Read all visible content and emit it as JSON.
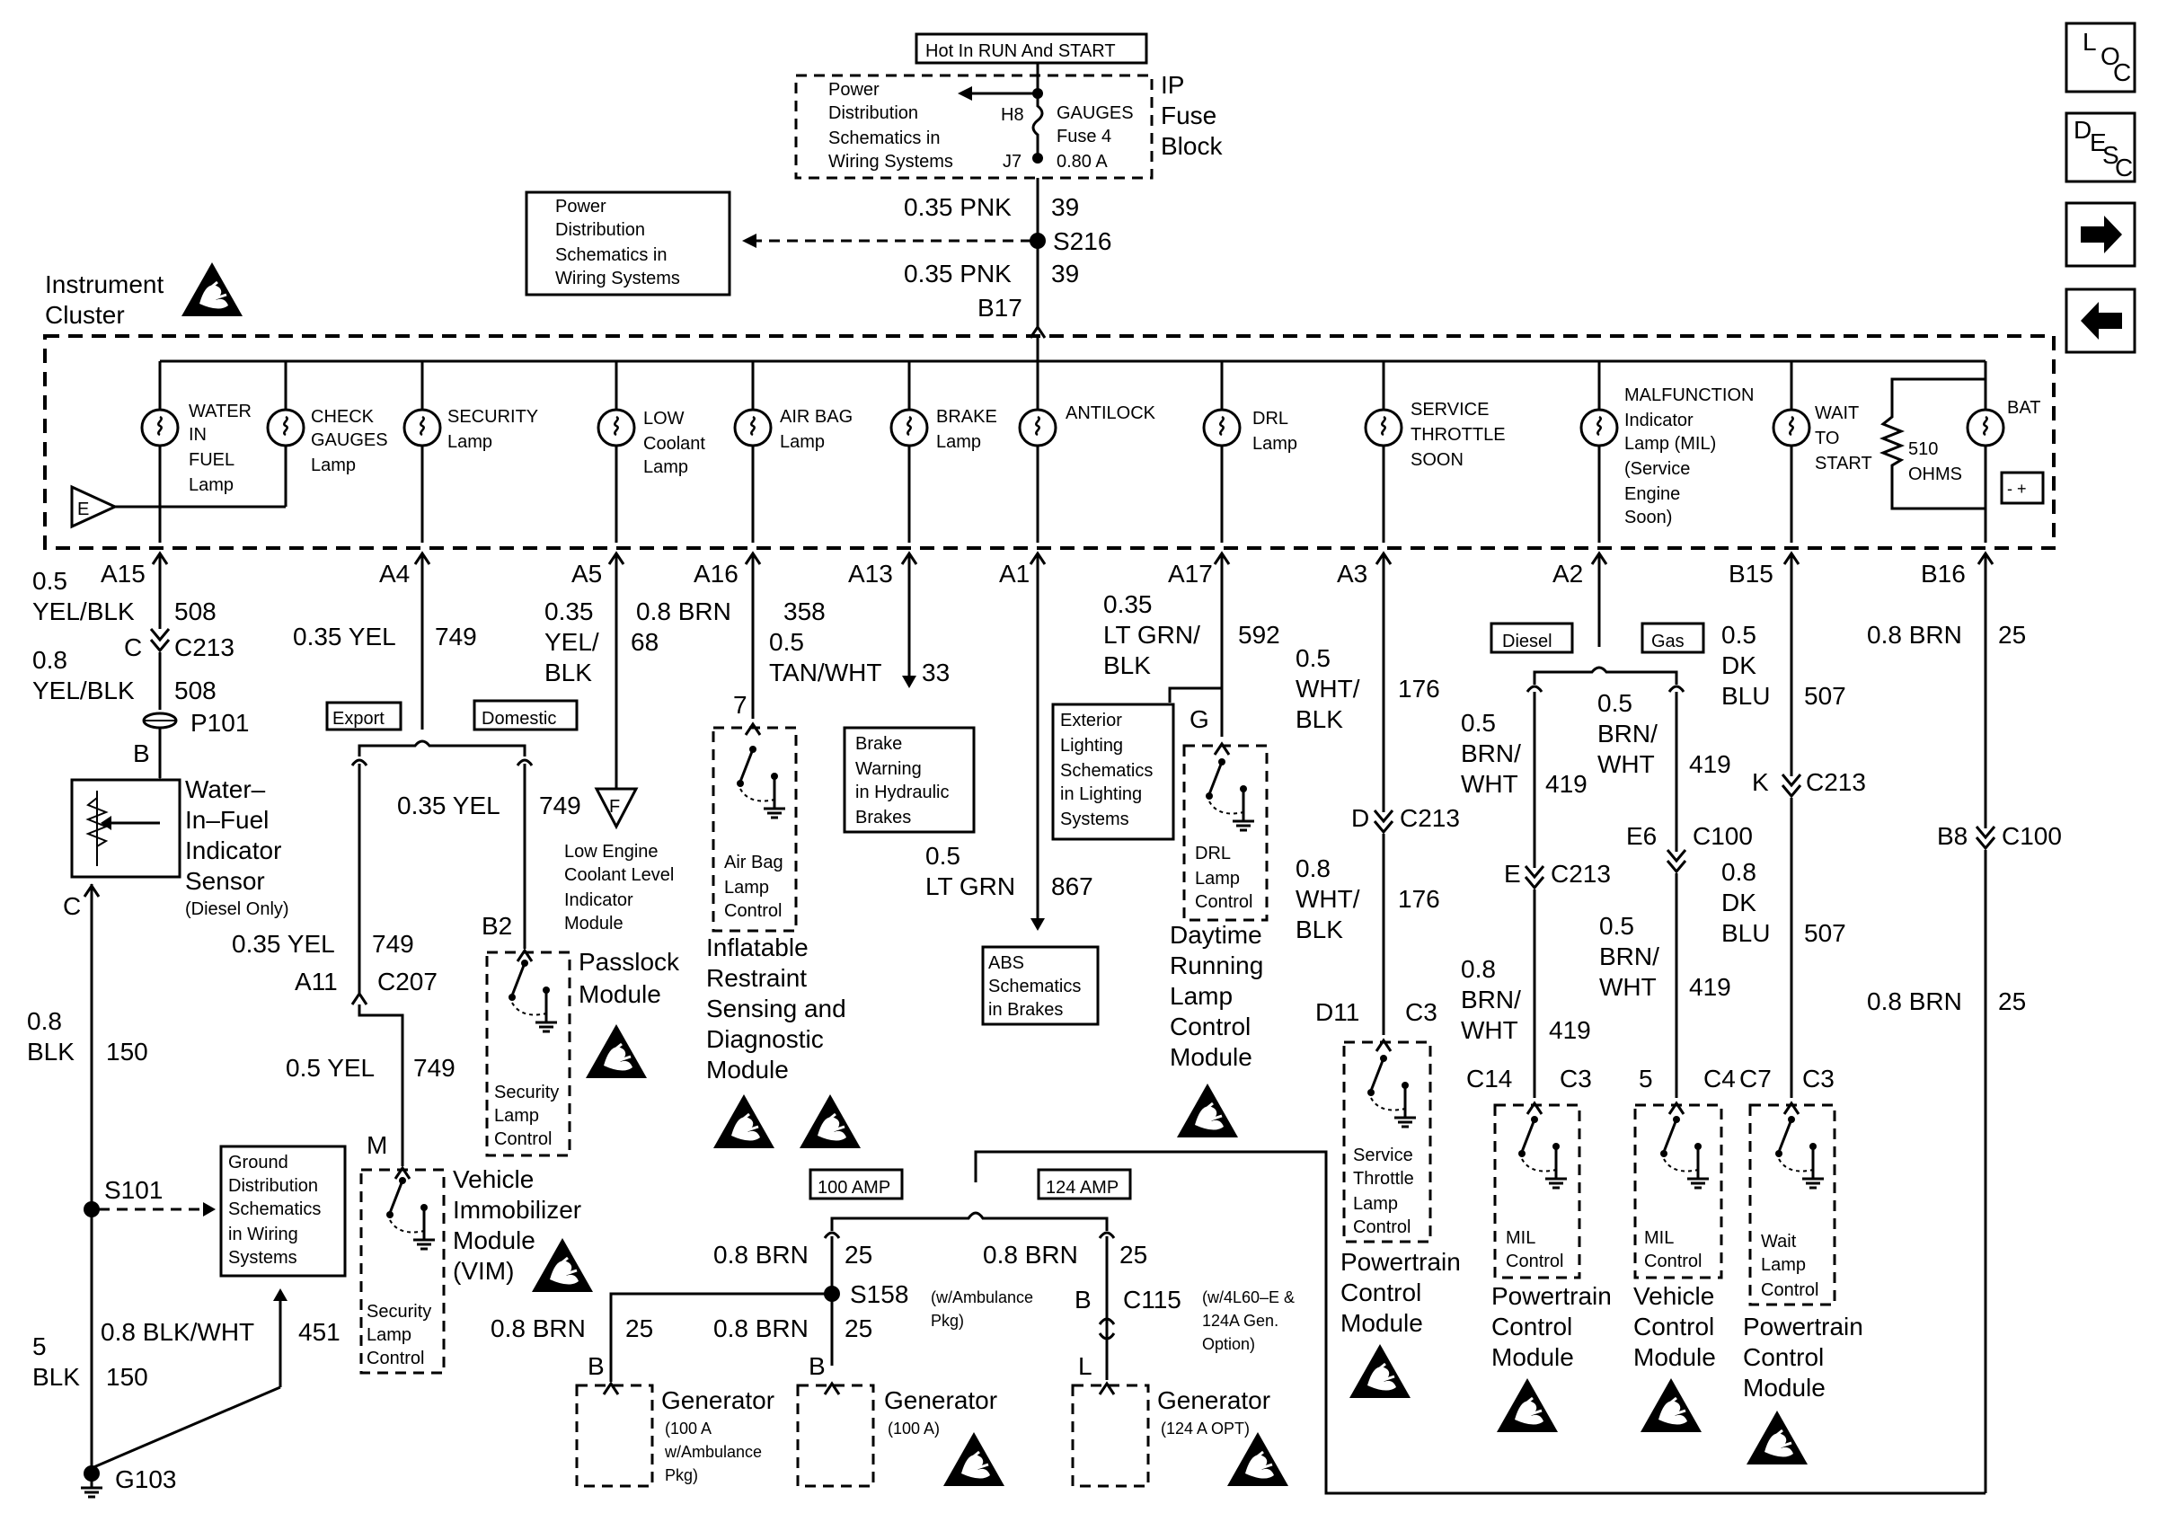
{
  "header": {
    "hot_label": "Hot In RUN And START",
    "fuse_block": [
      "IP",
      "Fuse",
      "Block"
    ],
    "power_dist_1": [
      "Power",
      "Distribution",
      "Schematics in",
      "Wiring Systems"
    ],
    "pin_h8": "H8",
    "pin_j7": "J7",
    "fuse_name": [
      "GAUGES",
      "Fuse 4",
      "0.80 A"
    ],
    "wire_top_1": "0.35 PNK",
    "wire_top_1_num": "39",
    "splice_s216": "S216",
    "wire_top_2": "0.35 PNK",
    "wire_top_2_num": "39",
    "pin_b17": "B17",
    "power_dist_2": [
      "Power",
      "Distribution",
      "Schematics in",
      "Wiring Systems"
    ]
  },
  "nav": {
    "loc": [
      "L",
      "O",
      "C"
    ],
    "desc": [
      "D",
      "E",
      "S",
      "C"
    ],
    "next_icon": "right-arrow",
    "prev_icon": "left-arrow"
  },
  "cluster": {
    "title": [
      "Instrument",
      "Cluster"
    ],
    "e_label": "E",
    "lamps": [
      {
        "label": [
          "WATER",
          "IN",
          "FUEL",
          "Lamp"
        ]
      },
      {
        "label": [
          "CHECK",
          "GAUGES",
          "Lamp"
        ]
      },
      {
        "label": [
          "SECURITY",
          "Lamp"
        ]
      },
      {
        "label": [
          "LOW",
          "Coolant",
          "Lamp"
        ]
      },
      {
        "label": [
          "AIR BAG",
          "Lamp"
        ]
      },
      {
        "label": [
          "BRAKE",
          "Lamp"
        ]
      },
      {
        "label": [
          "ANTILOCK"
        ]
      },
      {
        "label": [
          "DRL",
          "Lamp"
        ]
      },
      {
        "label": [
          "SERVICE",
          "THROTTLE",
          "SOON"
        ]
      },
      {
        "label": [
          "MALFUNCTION",
          "Indicator",
          "Lamp (MIL)",
          "(Service",
          "Engine",
          "Soon)"
        ]
      },
      {
        "label": [
          "WAIT",
          "TO",
          "START"
        ]
      },
      {
        "label": [
          "BAT"
        ]
      }
    ],
    "resistor": [
      "510",
      "OHMS"
    ]
  },
  "pins": {
    "a15": "A15",
    "a4": "A4",
    "a5": "A5",
    "a16": "A16",
    "a13": "A13",
    "a1": "A1",
    "a17": "A17",
    "a3": "A3",
    "a2": "A2",
    "b15": "B15",
    "b16": "B16"
  },
  "wif": {
    "wire1": [
      "0.5",
      "YEL/BLK"
    ],
    "num1": "508",
    "conn_c": "C",
    "c213": "C213",
    "wire2": [
      "0.8",
      "YEL/BLK"
    ],
    "num2": "508",
    "p101": "P101",
    "pin_b": "B",
    "sensor": [
      "Water–",
      "In–Fuel",
      "Indicator",
      "Sensor"
    ],
    "sensor_note": "(Diesel Only)",
    "pin_c": "C",
    "gnd_wire": [
      "0.8",
      "BLK"
    ],
    "gnd_num": "150",
    "s101": "S101",
    "gnd_dist": [
      "Ground",
      "Distribution",
      "Schematics",
      "in Wiring",
      "Systems"
    ],
    "blkwht": "0.8 BLK/WHT",
    "blkwht_num": "451",
    "gnd_wire2": [
      "5",
      "BLK"
    ],
    "gnd_num2": "150",
    "g103": "G103"
  },
  "security": {
    "wire": "0.35 YEL",
    "num": "749",
    "export": "Export",
    "domestic": "Domestic",
    "wire_dom": "0.35 YEL",
    "num_dom": "749",
    "pin_b2": "B2",
    "lamp_ctrl": [
      "Security",
      "Lamp",
      "Control"
    ],
    "passlock": [
      "Passlock",
      "Module"
    ],
    "wire_exp": "0.35 YEL",
    "num_exp": "749",
    "a11": "A11",
    "c207": "C207",
    "wire_vim": "0.5 YEL",
    "num_vim": "749",
    "pin_m": "M",
    "vim_ctrl": [
      "Security",
      "Lamp",
      "Control"
    ],
    "vim": [
      "Vehicle",
      "Immobilizer",
      "Module",
      "(VIM)"
    ]
  },
  "coolant": {
    "wire": [
      "0.35",
      "YEL/",
      "BLK"
    ],
    "num": "68",
    "f_label": "F",
    "module": [
      "Low Engine",
      "Coolant Level",
      "Indicator",
      "Module"
    ]
  },
  "airbag": {
    "wire": "0.8 BRN",
    "num": "358",
    "wire2": [
      "0.5",
      "TAN/WHT"
    ],
    "num2": "33",
    "pin7": "7",
    "ctrl": [
      "Air Bag",
      "Lamp",
      "Control"
    ],
    "module": [
      "Inflatable",
      "Restraint",
      "Sensing and",
      "Diagnostic",
      "Module"
    ]
  },
  "brake": {
    "box": [
      "Brake",
      "Warning",
      "in Hydraulic",
      "Brakes"
    ]
  },
  "abs": {
    "wire": [
      "0.5",
      "LT GRN"
    ],
    "num": "867",
    "box": [
      "ABS",
      "Schematics",
      "in Brakes"
    ]
  },
  "drl": {
    "wire": [
      "0.35",
      "LT GRN/",
      "BLK"
    ],
    "num": "592",
    "ext": [
      "Exterior",
      "Lighting",
      "Schematics",
      "in Lighting",
      "Systems"
    ],
    "pin_g": "G",
    "ctrl": [
      "DRL",
      "Lamp",
      "Control"
    ],
    "module": [
      "Daytime",
      "Running",
      "Lamp",
      "Control",
      "Module"
    ]
  },
  "throttle": {
    "wire": [
      "0.5",
      "WHT/",
      "BLK"
    ],
    "num": "176",
    "d": "D",
    "c213": "C213",
    "wire2": [
      "0.8",
      "WHT/",
      "BLK"
    ],
    "num2": "176",
    "d11": "D11",
    "c3": "C3",
    "ctrl": [
      "Service",
      "Throttle",
      "Lamp",
      "Control"
    ],
    "module": [
      "Powertrain",
      "Control",
      "Module"
    ]
  },
  "mil": {
    "diesel": "Diesel",
    "gas": "Gas",
    "wire_d": [
      "0.5",
      "BRN/",
      "WHT"
    ],
    "num_d": "419",
    "wire_g": [
      "0.5",
      "BRN/",
      "WHT"
    ],
    "num_g": "419",
    "e": "E",
    "c213": "C213",
    "e6": "E6",
    "c100": "C100",
    "wire_d2": [
      "0.8",
      "BRN/",
      "WHT"
    ],
    "num_d2": "419",
    "wire_g2": [
      "0.5",
      "BRN/",
      "WHT"
    ],
    "num_g2": "419",
    "c14": "C14",
    "c3": "C3",
    "p5": "5",
    "c4": "C4",
    "ctrl_d": [
      "MIL",
      "Control"
    ],
    "ctrl_g": [
      "MIL",
      "Control"
    ],
    "module_d": [
      "Powertrain",
      "Control",
      "Module"
    ],
    "module_g": [
      "Vehicle",
      "Control",
      "Module"
    ]
  },
  "wait": {
    "wire": [
      "0.5",
      "DK",
      "BLU"
    ],
    "num": "507",
    "k": "K",
    "c213": "C213",
    "wire2": [
      "0.8",
      "DK",
      "BLU"
    ],
    "num2": "507",
    "c7": "C7",
    "c3": "C3",
    "ctrl": [
      "Wait",
      "Lamp",
      "Control"
    ],
    "module": [
      "Powertrain",
      "Control",
      "Module"
    ]
  },
  "battery": {
    "wire": "0.8 BRN",
    "num": "25",
    "b8": "B8",
    "c100": "C100",
    "wire2": "0.8 BRN",
    "num2": "25"
  },
  "generator": {
    "amp100": "100 AMP",
    "amp124": "124 AMP",
    "wire_l": "0.8 BRN",
    "num_l": "25",
    "wire_r": "0.8 BRN",
    "num_r": "25",
    "s158": "S158",
    "s158_note": [
      "(w/Ambulance",
      "Pkg)"
    ],
    "wire_b1": "0.8 BRN",
    "num_b1": "25",
    "wire_b2": "0.8 BRN",
    "num_b2": "25",
    "pin_b_a": "B",
    "pin_b_b": "B",
    "pin_b_c": "B",
    "pin_l": "L",
    "c115": "C115",
    "c115_note": [
      "(w/4L60–E &",
      "124A Gen.",
      "Option)"
    ],
    "gen1": "Generator",
    "gen1_note": [
      "(100 A",
      "w/Ambulance",
      "Pkg)"
    ],
    "gen2": "Generator",
    "gen2_note": "(100 A)",
    "gen3": "Generator",
    "gen3_note": "(124 A OPT)"
  }
}
